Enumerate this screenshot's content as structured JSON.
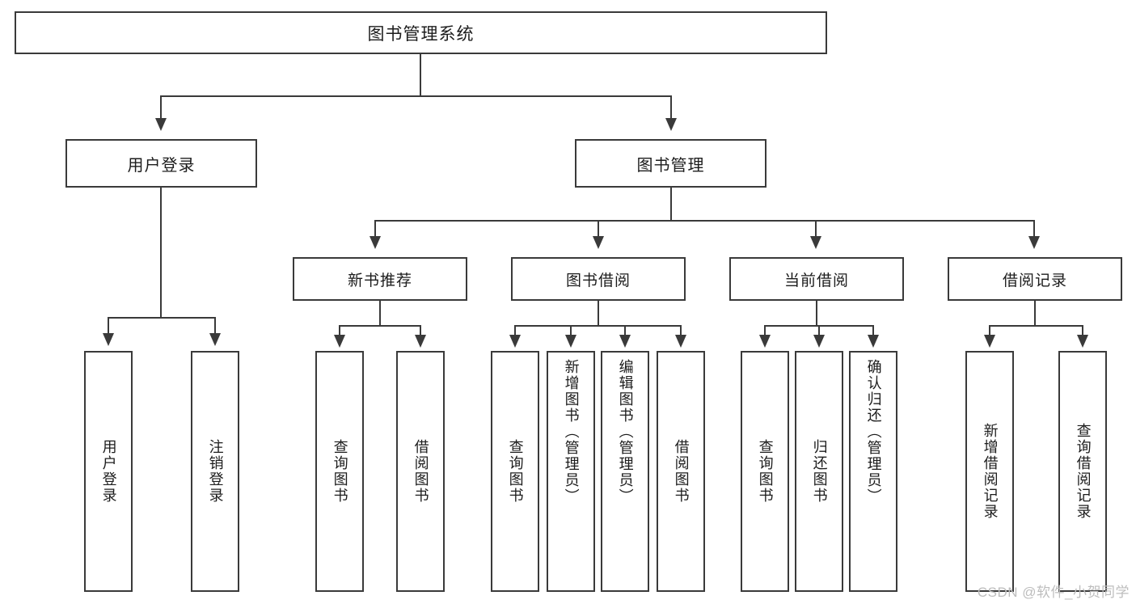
{
  "diagram": {
    "title": "图书管理系统",
    "type": "tree",
    "watermark": "CSDN @软件_小贺同学",
    "colors": {
      "stroke": "#3a3a3a",
      "fill": "#ffffff",
      "text": "#1c1c1c",
      "watermark": "#bdbdbd"
    },
    "root": {
      "label": "图书管理系统"
    },
    "level1": [
      {
        "label": "用户登录"
      },
      {
        "label": "图书管理"
      }
    ],
    "level2": [
      {
        "label": "新书推荐"
      },
      {
        "label": "图书借阅"
      },
      {
        "label": "当前借阅"
      },
      {
        "label": "借阅记录"
      }
    ],
    "leaves": {
      "user_login": [
        {
          "label": "用户登录"
        },
        {
          "label": "注销登录"
        }
      ],
      "new_book_recommend": [
        {
          "label": "查询图书"
        },
        {
          "label": "借阅图书"
        }
      ],
      "book_borrow": [
        {
          "label": "查询图书"
        },
        {
          "label": "新增图书（管理员）"
        },
        {
          "label": "编辑图书（管理员）"
        },
        {
          "label": "借阅图书"
        }
      ],
      "current_borrow": [
        {
          "label": "查询图书"
        },
        {
          "label": "归还图书"
        },
        {
          "label": "确认归还（管理员）"
        }
      ],
      "borrow_record": [
        {
          "label": "新增借阅记录"
        },
        {
          "label": "查询借阅记录"
        }
      ]
    }
  }
}
